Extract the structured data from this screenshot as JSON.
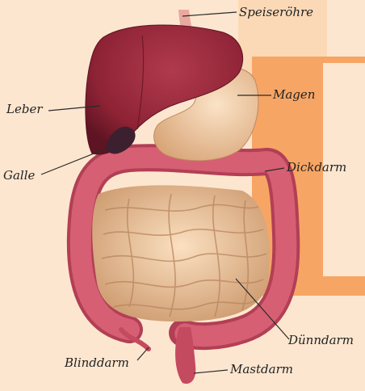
{
  "labels": {
    "esophagus": "Speiseröhre",
    "stomach": "Magen",
    "liver": "Leber",
    "gallbladder": "Galle",
    "large_intestine": "Dickdarm",
    "small_intestine": "Dünndarm",
    "appendix": "Blinddarm",
    "rectum": "Mastdarm"
  },
  "colors": {
    "background": "#fde6cf",
    "panel_light": "#fbd9b6",
    "panel_orange": "#f6a565",
    "liver": "#8e2335",
    "stomach": "#f2caa2",
    "large_intestine": "#d0576b",
    "small_intestine": "#f0c9a0",
    "leader_line": "#2a2a2a"
  }
}
